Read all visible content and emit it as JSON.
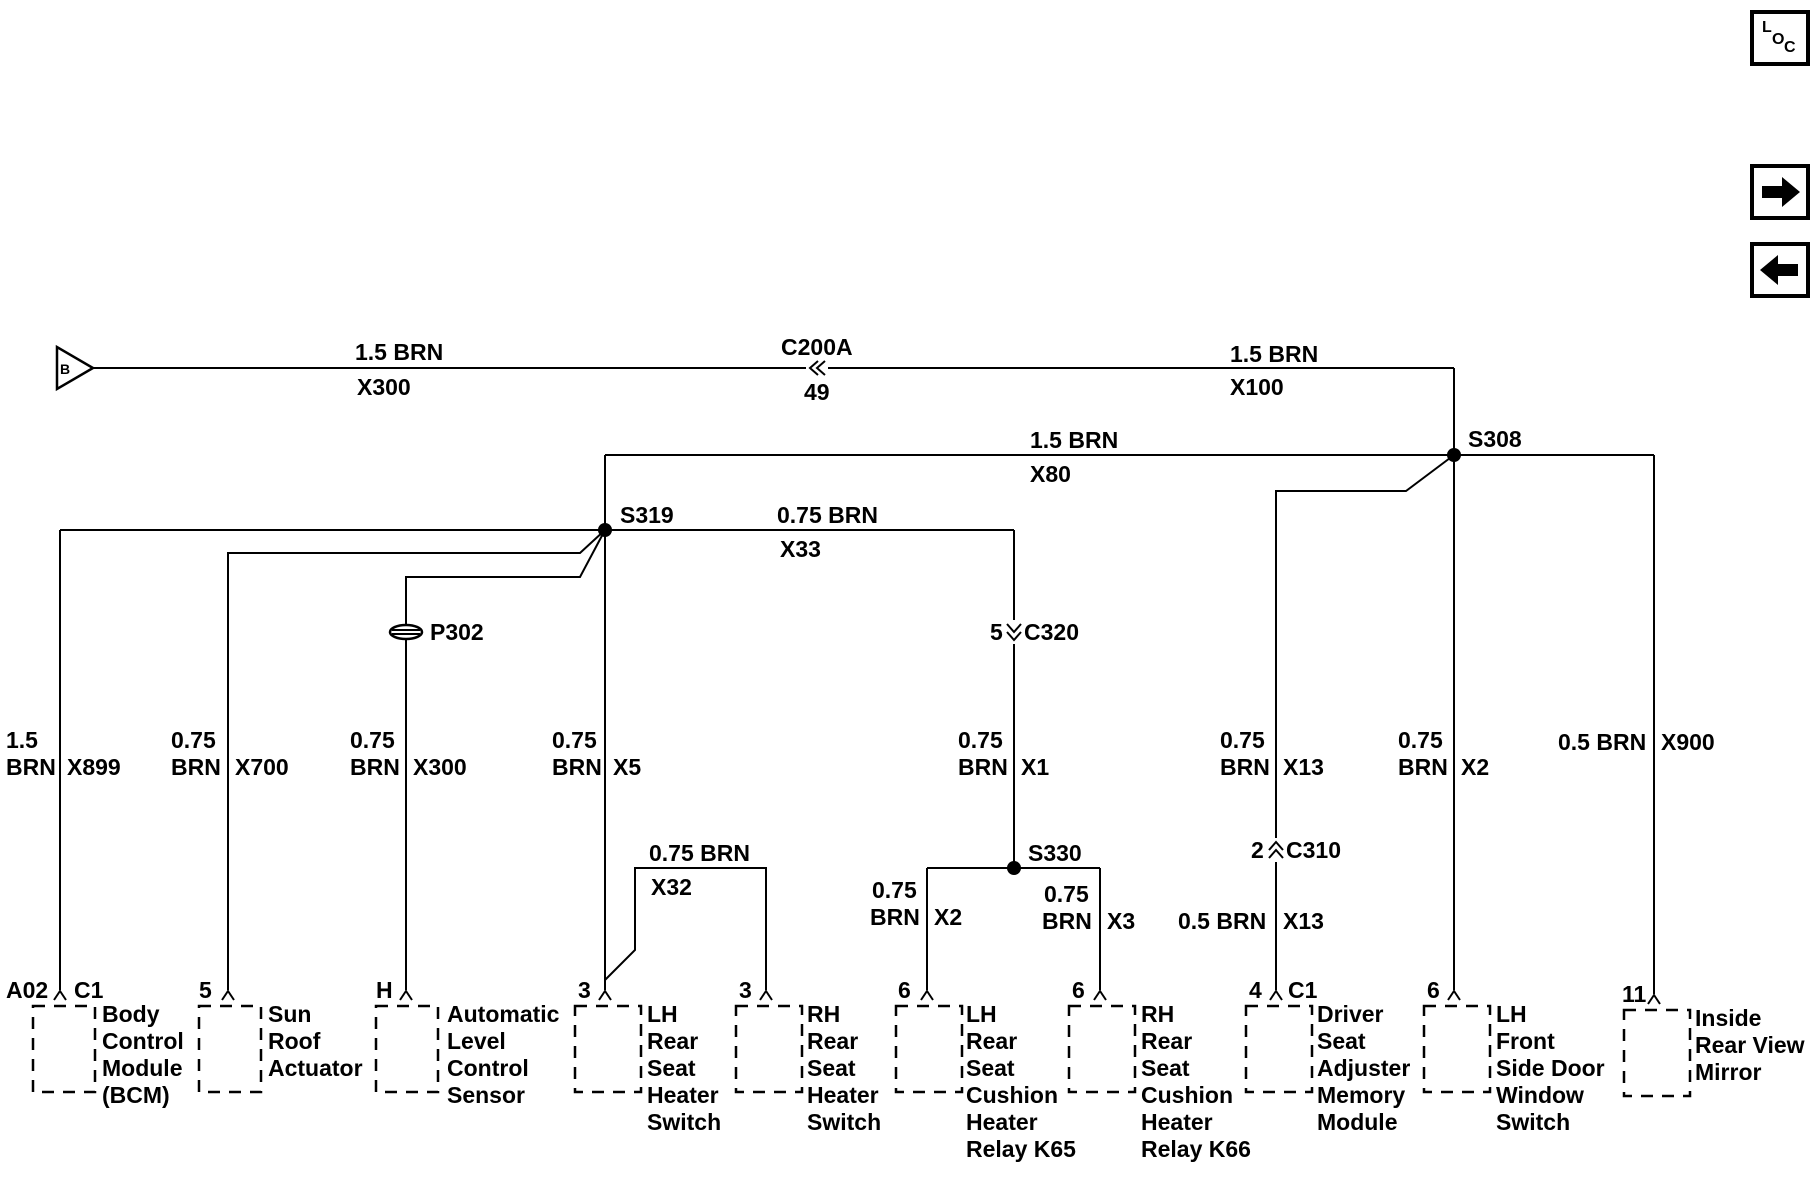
{
  "nav": {
    "loc_letters": [
      "L",
      "O",
      "C"
    ],
    "next_icon": "arrow-right-icon",
    "prev_icon": "arrow-left-icon"
  },
  "source": {
    "label": "B"
  },
  "wires": {
    "top_left": {
      "size_color": "1.5 BRN",
      "circuit": "X300"
    },
    "top_right": {
      "size_color": "1.5 BRN",
      "circuit": "X100"
    },
    "mid_top": {
      "size_color": "1.5 BRN",
      "circuit": "X80"
    },
    "s319_x33": {
      "size_color": "0.75 BRN",
      "circuit": "X33"
    },
    "bcm": {
      "size": "1.5",
      "color": "BRN",
      "circuit": "X899"
    },
    "sunroof": {
      "size": "0.75",
      "color": "BRN",
      "circuit": "X700"
    },
    "level": {
      "size": "0.75",
      "color": "BRN",
      "circuit": "X300"
    },
    "lh_rear": {
      "size": "0.75",
      "color": "BRN",
      "circuit": "X5"
    },
    "x1": {
      "size": "0.75",
      "color": "BRN",
      "circuit": "X1"
    },
    "x32": {
      "size_color": "0.75 BRN",
      "circuit": "X32"
    },
    "x2_relay": {
      "size": "0.75",
      "color": "BRN",
      "circuit": "X2"
    },
    "x3_relay": {
      "size": "0.75",
      "color": "BRN",
      "circuit": "X3"
    },
    "driver_upper": {
      "size": "0.75",
      "color": "BRN",
      "circuit": "X13"
    },
    "driver_lower": {
      "size_color": "0.5 BRN",
      "circuit": "X13"
    },
    "lh_door": {
      "size": "0.75",
      "color": "BRN",
      "circuit": "X2"
    },
    "mirror": {
      "size_color": "0.5 BRN",
      "circuit": "X900"
    }
  },
  "connectors": {
    "c200a": {
      "name": "C200A",
      "pin": "49"
    },
    "c320": {
      "name": "C320",
      "pin": "5"
    },
    "c310": {
      "name": "C310",
      "pin": "2"
    },
    "p302": {
      "name": "P302"
    }
  },
  "splices": {
    "s308": "S308",
    "s319": "S319",
    "s330": "S330"
  },
  "components": [
    {
      "pin": "A02",
      "conn": "C1",
      "lines": [
        "Body",
        "Control",
        "Module",
        "(BCM)"
      ]
    },
    {
      "pin": "5",
      "conn": "",
      "lines": [
        "Sun",
        "Roof",
        "Actuator"
      ]
    },
    {
      "pin": "H",
      "conn": "",
      "lines": [
        "Automatic",
        "Level",
        "Control",
        "Sensor"
      ]
    },
    {
      "pin": "3",
      "conn": "",
      "lines": [
        "LH",
        "Rear",
        "Seat",
        "Heater",
        "Switch"
      ]
    },
    {
      "pin": "3",
      "conn": "",
      "lines": [
        "RH",
        "Rear",
        "Seat",
        "Heater",
        "Switch"
      ]
    },
    {
      "pin": "6",
      "conn": "",
      "lines": [
        "LH",
        "Rear",
        "Seat",
        "Cushion",
        "Heater",
        "Relay K65"
      ]
    },
    {
      "pin": "6",
      "conn": "",
      "lines": [
        "RH",
        "Rear",
        "Seat",
        "Cushion",
        "Heater",
        "Relay K66"
      ]
    },
    {
      "pin": "4",
      "conn": "C1",
      "lines": [
        "Driver",
        "Seat",
        "Adjuster",
        "Memory",
        "Module"
      ]
    },
    {
      "pin": "6",
      "conn": "",
      "lines": [
        "LH",
        "Front",
        "Side Door",
        "Window",
        "Switch"
      ]
    },
    {
      "pin": "11",
      "conn": "",
      "lines": [
        "Inside",
        "Rear View",
        "Mirror"
      ]
    }
  ]
}
